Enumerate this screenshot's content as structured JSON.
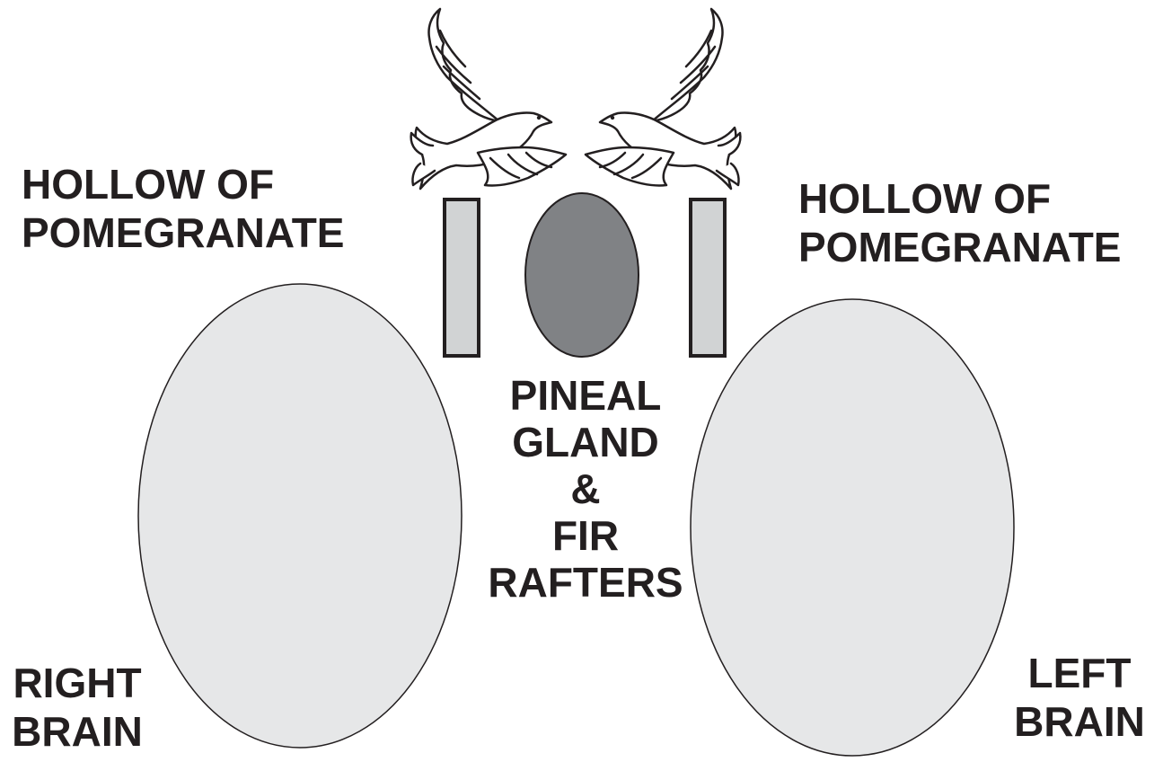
{
  "labels": {
    "hollow_left": {
      "line1": "HOLLOW OF",
      "line2": "POMEGRANATE"
    },
    "hollow_right": {
      "line1": "HOLLOW OF",
      "line2": "POMEGRANATE"
    },
    "center": {
      "line1": "PINEAL",
      "line2": "GLAND",
      "line3": "&",
      "line4": "FIR",
      "line5": "RAFTERS"
    },
    "right_brain": {
      "line1": "RIGHT",
      "line2": "BRAIN"
    },
    "left_brain": {
      "line1": "LEFT",
      "line2": "BRAIN"
    }
  },
  "colors": {
    "brain_fill": "#e6e7e8",
    "pineal_fill": "#808285",
    "pillar_fill": "#d1d3d4",
    "outline": "#231f20",
    "text": "#231f20"
  },
  "icons": {
    "left_bird": "dove-icon",
    "right_bird": "dove-icon"
  }
}
